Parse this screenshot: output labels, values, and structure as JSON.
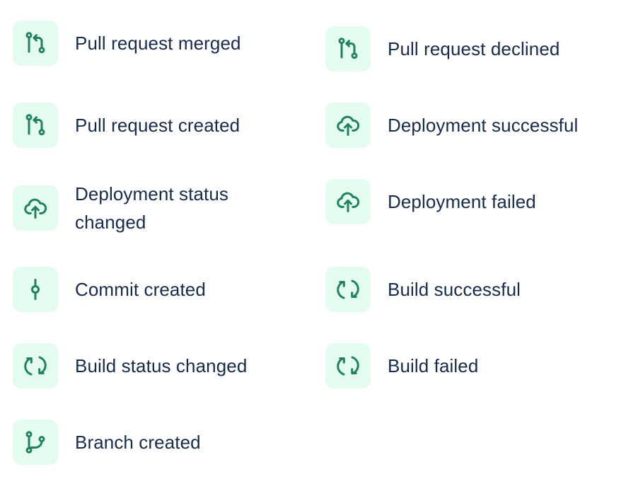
{
  "colors": {
    "icon_tile_bg": "#e3fcef",
    "icon_stroke": "#1f845a",
    "text": "#172b4d"
  },
  "events": [
    {
      "label": "Pull request merged",
      "icon": "pull-request-icon"
    },
    {
      "label": "Pull request declined",
      "icon": "pull-request-icon"
    },
    {
      "label": "Pull request created",
      "icon": "pull-request-icon"
    },
    {
      "label": "Deployment successful",
      "icon": "cloud-upload-icon"
    },
    {
      "label": "Deployment status changed",
      "icon": "cloud-upload-icon"
    },
    {
      "label": "Deployment failed",
      "icon": "cloud-upload-icon"
    },
    {
      "label": "Commit created",
      "icon": "commit-icon"
    },
    {
      "label": "Build successful",
      "icon": "refresh-icon"
    },
    {
      "label": "Build status changed",
      "icon": "refresh-icon"
    },
    {
      "label": "Build failed",
      "icon": "refresh-icon"
    },
    {
      "label": "Branch created",
      "icon": "branch-icon"
    }
  ]
}
